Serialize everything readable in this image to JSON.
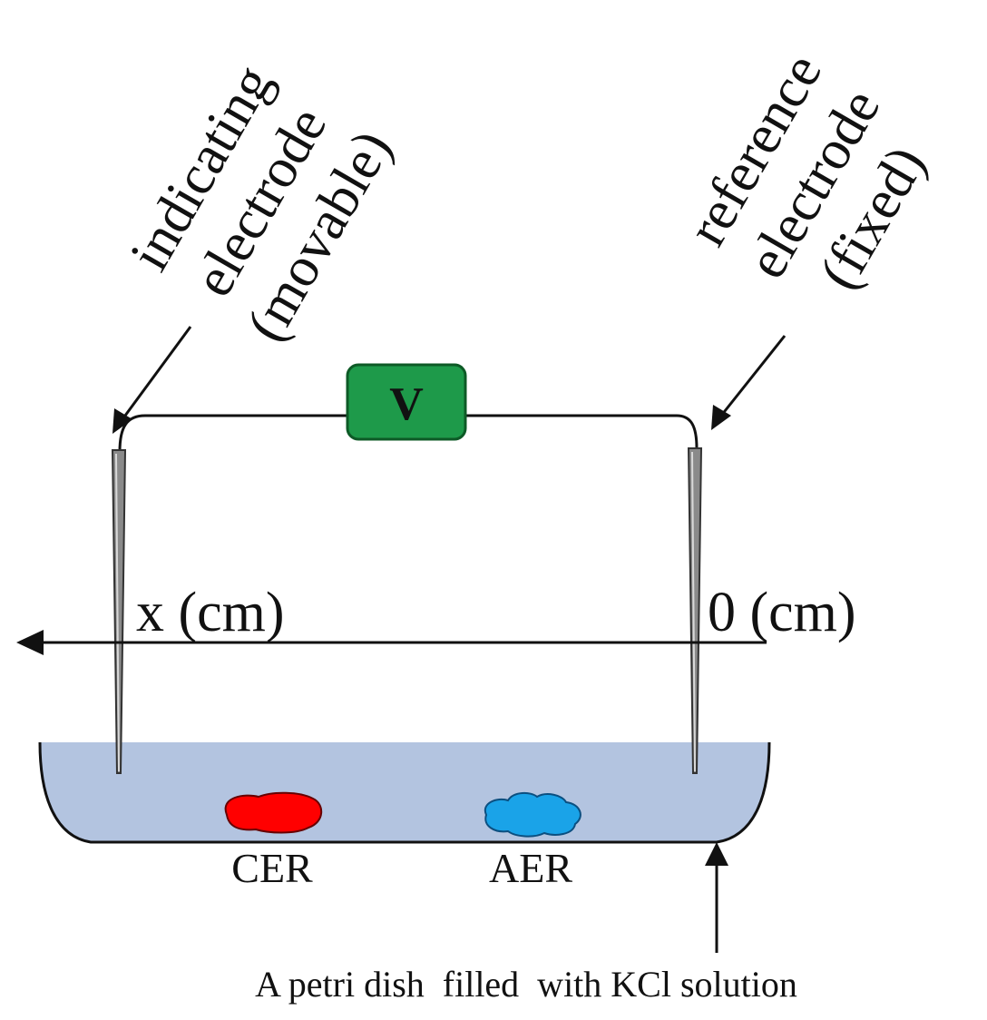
{
  "indicating_electrode": {
    "lines": [
      "indicating",
      "electrode",
      "(movable)"
    ]
  },
  "reference_electrode": {
    "lines": [
      "reference",
      "electrode",
      "(fixed)"
    ]
  },
  "voltmeter": {
    "label": "V",
    "color": "#1e9a4a"
  },
  "axis": {
    "x_label": "x (cm)",
    "zero_label": "0 (cm)"
  },
  "samples": {
    "cer": {
      "label": "CER",
      "color": "#ff0000"
    },
    "aer": {
      "label": "AER",
      "color": "#1aa3e8"
    }
  },
  "dish": {
    "caption": "A petri dish  filled  with KCl solution",
    "solution_color": "#b3c4e0"
  }
}
